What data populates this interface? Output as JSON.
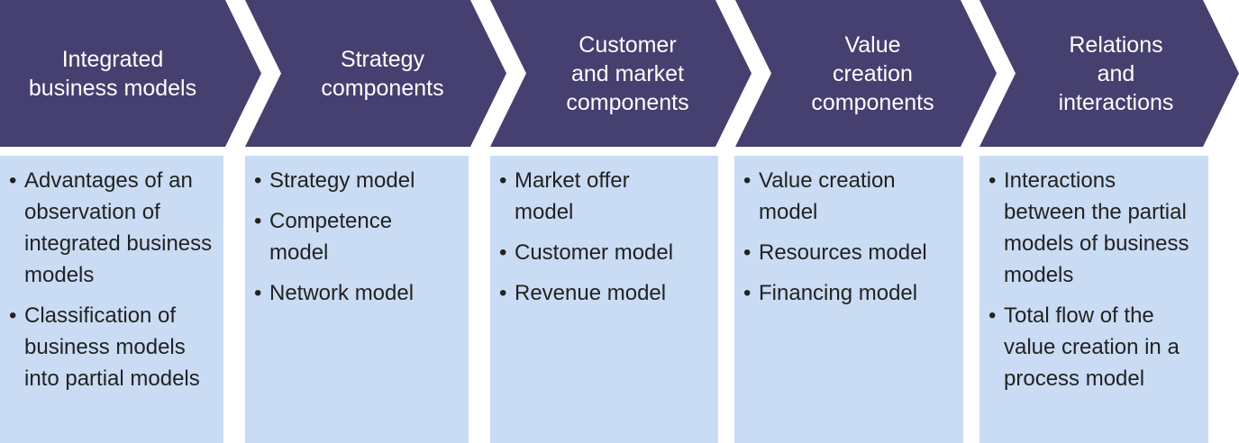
{
  "colors": {
    "header_fill": "#45406f",
    "header_text": "#ffffff",
    "card_fill": "#c9dcf3",
    "card_text": "#222222"
  },
  "columns": [
    {
      "title": "Integrated\nbusiness models",
      "items": [
        "Advantages of an observation of integrated business models",
        "Classification of business models into partial models"
      ]
    },
    {
      "title": "Strategy\ncomponents",
      "items": [
        "Strategy model",
        "Competence model",
        "Network model"
      ]
    },
    {
      "title": "Customer\nand market\ncomponents",
      "items": [
        "Market offer model",
        "Customer model",
        "Revenue model"
      ]
    },
    {
      "title": "Value\ncreation\ncomponents",
      "items": [
        "Value creation model",
        "Resources model",
        "Financing model"
      ]
    },
    {
      "title": "Relations\nand\ninteractions",
      "items": [
        "Interactions between the partial models of business models",
        "Total flow of the value creation in a process model"
      ]
    }
  ]
}
